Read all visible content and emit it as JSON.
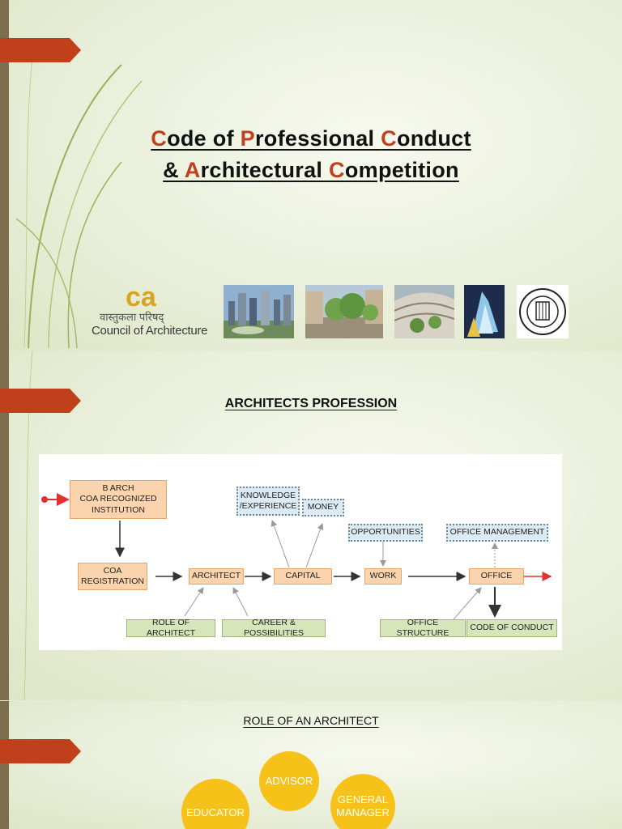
{
  "slide1": {
    "title_parts": [
      {
        "cap": "C",
        "rest": "ode of "
      },
      {
        "cap": "P",
        "rest": "rofessional "
      },
      {
        "cap": "C",
        "rest": "onduct "
      }
    ],
    "title_parts_2": [
      {
        "cap": "",
        "rest": "& "
      },
      {
        "cap": "A",
        "rest": "rchitectural "
      },
      {
        "cap": "C",
        "rest": "ompetition"
      }
    ],
    "logo": {
      "mark": "ca",
      "hindi": "वास्तुकला परिषद्",
      "name": "Council of Architecture"
    }
  },
  "slide2": {
    "heading": "ARCHITECTS PROFESSION",
    "flow": {
      "barch": "B ARCH\nCOA RECOGNIZED\nINSTITUTION",
      "coa_registration": "COA\nREGISTRATION",
      "architect": "ARCHITECT",
      "capital": "CAPITAL",
      "work": "WORK",
      "office": "OFFICE",
      "knowledge": "KNOWLEDGE\n/EXPERIENCE",
      "money": "MONEY",
      "opportunities": "OPPORTUNITIES",
      "office_management": "OFFICE MANAGEMENT",
      "role_of_architect": "ROLE OF ARCHITECT",
      "career": "CAREER & POSSIBILITIES",
      "office_structure": "OFFICE STRUCTURE",
      "code_of_conduct": "CODE OF CONDUCT"
    }
  },
  "slide3": {
    "heading": "ROLE OF AN ARCHITECT",
    "circles": {
      "advisor": "ADVISOR",
      "educator": "EDUCATOR",
      "general_manager": "GENERAL\nMANAGER"
    }
  },
  "colors": {
    "accent": "#c0401b",
    "circle": "#f6c21a",
    "bar": "#7b6f4e"
  }
}
